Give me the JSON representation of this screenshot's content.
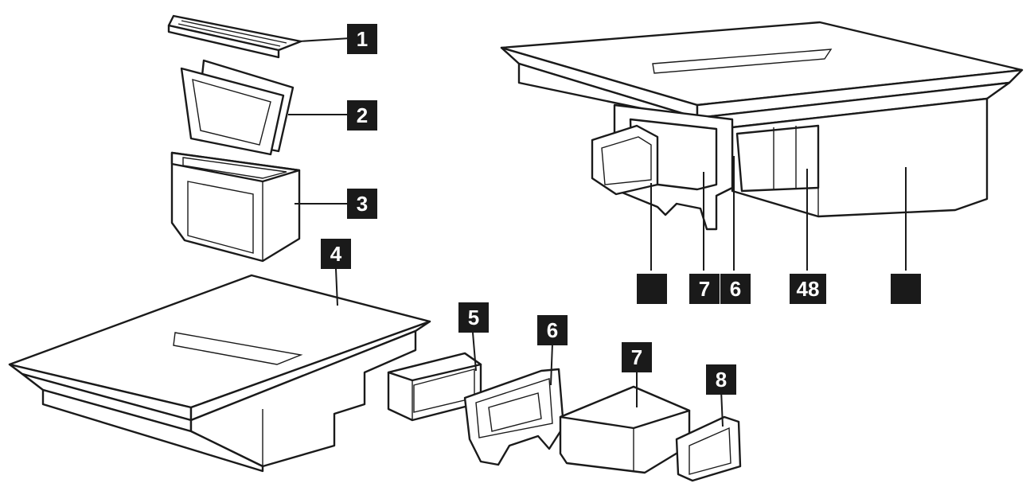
{
  "callouts": {
    "c1": "1",
    "c2": "2",
    "c3": "3",
    "c4": "4",
    "c5": "5",
    "c6": "6",
    "c7": "7",
    "c8": "8",
    "r1": "",
    "r2": "7",
    "r3": "6",
    "r4": "48",
    "r5": ""
  }
}
